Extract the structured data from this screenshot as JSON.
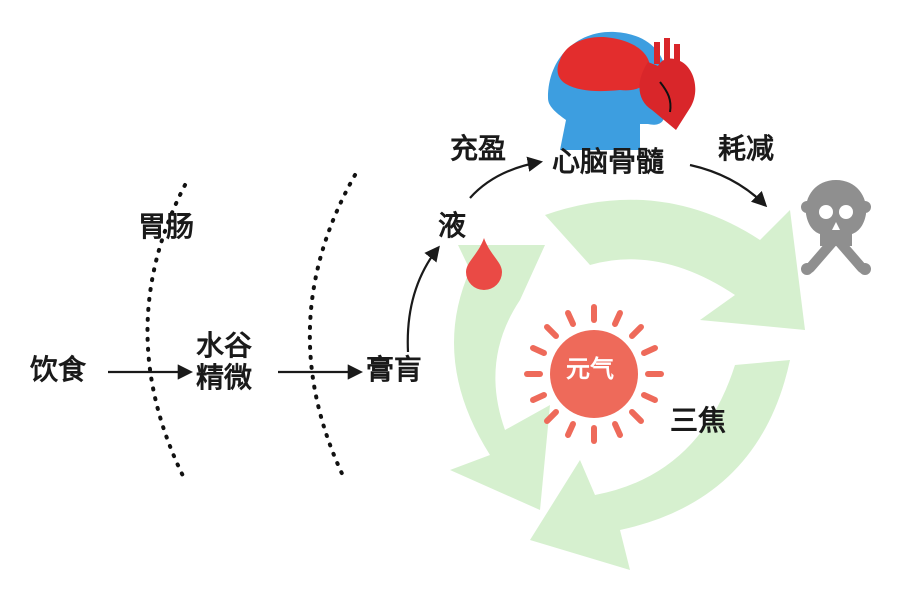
{
  "diagram": {
    "stages": {
      "diet": "饮食",
      "essence_line1": "水谷",
      "essence_line2": "精微",
      "gaohuang": "膏肓",
      "fluid": "液",
      "organs": "心脑骨髓"
    },
    "barriers": {
      "stomach_intestine": "胃肠"
    },
    "processes": {
      "fill": "充盈",
      "consume": "耗减"
    },
    "cycle": {
      "sun_label": "元气",
      "triple_burner": "三焦"
    },
    "colors": {
      "cycle_arrows": "#d6f0cf",
      "sun": "#ee6a5a",
      "sun_text": "#ffffff",
      "drop": "#ea4a45",
      "head": "#3d9ee0",
      "brain": "#e32d2d",
      "heart": "#d9262a",
      "skull": "#8f8f8f",
      "text": "#1a1a1a"
    },
    "icons": [
      "head-brain-icon",
      "heart-icon",
      "skull-crossbones-icon",
      "blood-drop-icon",
      "sun-icon"
    ]
  }
}
